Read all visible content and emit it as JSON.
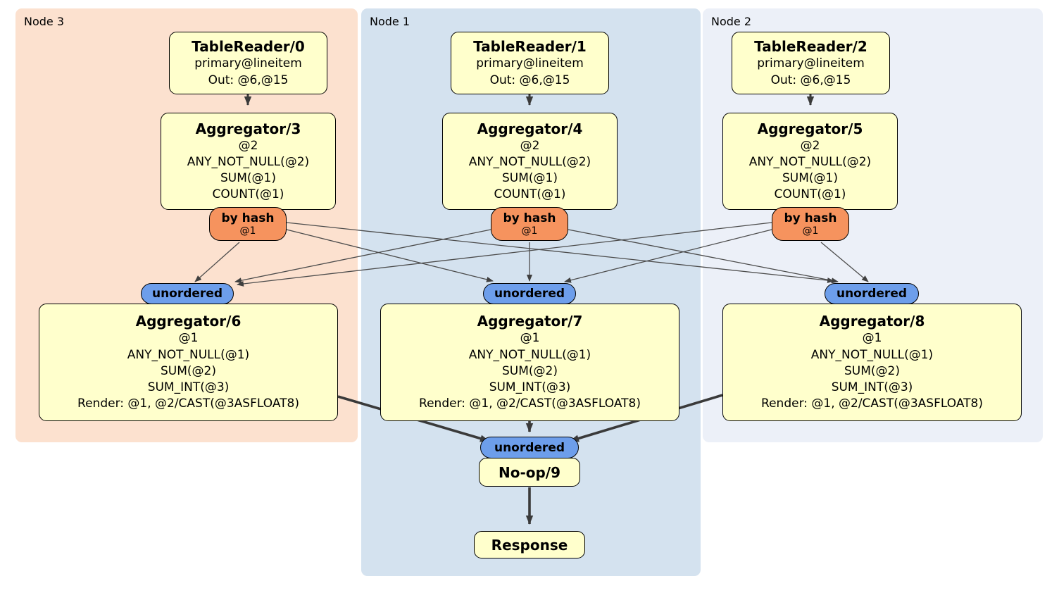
{
  "groups": {
    "node3": {
      "label": "Node 3"
    },
    "node1": {
      "label": "Node 1"
    },
    "node2": {
      "label": "Node 2"
    }
  },
  "nodes": {
    "tr0": {
      "title": "TableReader/0",
      "lines": [
        "primary@lineitem",
        "Out: @6,@15"
      ]
    },
    "tr1": {
      "title": "TableReader/1",
      "lines": [
        "primary@lineitem",
        "Out: @6,@15"
      ]
    },
    "tr2": {
      "title": "TableReader/2",
      "lines": [
        "primary@lineitem",
        "Out: @6,@15"
      ]
    },
    "agg3": {
      "title": "Aggregator/3",
      "lines": [
        "@2",
        "ANY_NOT_NULL(@2)",
        "SUM(@1)",
        "COUNT(@1)"
      ]
    },
    "agg4": {
      "title": "Aggregator/4",
      "lines": [
        "@2",
        "ANY_NOT_NULL(@2)",
        "SUM(@1)",
        "COUNT(@1)"
      ]
    },
    "agg5": {
      "title": "Aggregator/5",
      "lines": [
        "@2",
        "ANY_NOT_NULL(@2)",
        "SUM(@1)",
        "COUNT(@1)"
      ]
    },
    "router3": {
      "title": "by hash",
      "lines": [
        "@1"
      ]
    },
    "router1": {
      "title": "by hash",
      "lines": [
        "@1"
      ]
    },
    "router2": {
      "title": "by hash",
      "lines": [
        "@1"
      ]
    },
    "sync3": {
      "title": "unordered"
    },
    "sync1": {
      "title": "unordered"
    },
    "sync2": {
      "title": "unordered"
    },
    "agg6": {
      "title": "Aggregator/6",
      "lines": [
        "@1",
        "ANY_NOT_NULL(@1)",
        "SUM(@2)",
        "SUM_INT(@3)",
        "Render: @1, @2/CAST(@3ASFLOAT8)"
      ]
    },
    "agg7": {
      "title": "Aggregator/7",
      "lines": [
        "@1",
        "ANY_NOT_NULL(@1)",
        "SUM(@2)",
        "SUM_INT(@3)",
        "Render: @1, @2/CAST(@3ASFLOAT8)"
      ]
    },
    "agg8": {
      "title": "Aggregator/8",
      "lines": [
        "@1",
        "ANY_NOT_NULL(@1)",
        "SUM(@2)",
        "SUM_INT(@3)",
        "Render: @1, @2/CAST(@3ASFLOAT8)"
      ]
    },
    "syncFinal": {
      "title": "unordered"
    },
    "noop": {
      "title": "No-op/9"
    },
    "response": {
      "title": "Response"
    }
  },
  "edges": [
    {
      "from": "tr0",
      "to": "agg3"
    },
    {
      "from": "tr1",
      "to": "agg4"
    },
    {
      "from": "tr2",
      "to": "agg5"
    },
    {
      "from": "router3",
      "to": "sync3"
    },
    {
      "from": "router3",
      "to": "sync1"
    },
    {
      "from": "router3",
      "to": "sync2"
    },
    {
      "from": "router1",
      "to": "sync3"
    },
    {
      "from": "router1",
      "to": "sync1"
    },
    {
      "from": "router1",
      "to": "sync2"
    },
    {
      "from": "router2",
      "to": "sync3"
    },
    {
      "from": "router2",
      "to": "sync1"
    },
    {
      "from": "router2",
      "to": "sync2"
    },
    {
      "from": "agg6",
      "to": "syncFinal"
    },
    {
      "from": "agg7",
      "to": "syncFinal"
    },
    {
      "from": "agg8",
      "to": "syncFinal"
    },
    {
      "from": "noop",
      "to": "response"
    }
  ],
  "colors": {
    "panel_node3": "#FCE1CF",
    "panel_node1": "#D4E2EF",
    "panel_node2": "#ECF0F8",
    "box_fill": "#FFFFCC",
    "router_fill": "#F6935E",
    "sync_fill": "#6D9EEB",
    "edge_thin": "#4C4C4C",
    "edge_thick": "#3A3A3A"
  }
}
